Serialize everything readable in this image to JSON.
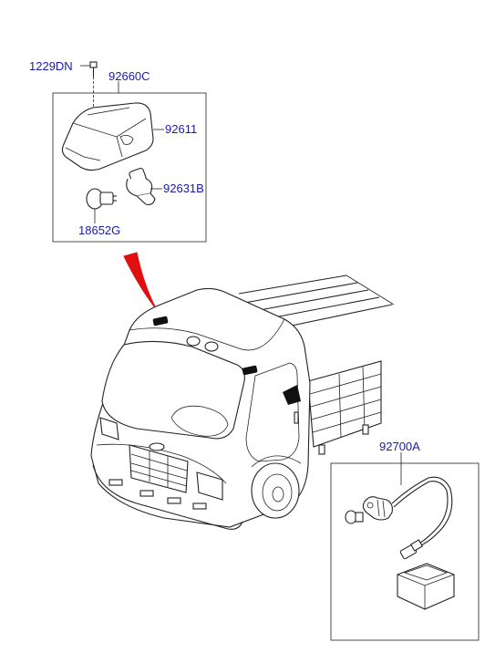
{
  "labels": {
    "bolt": "1229DN",
    "assembly": "92660C",
    "lens": "92611",
    "socket": "92631B",
    "bulb": "18652G",
    "lamp_assembly": "92700A"
  },
  "colors": {
    "label": "#1a1aa8",
    "pointer": "#e01010",
    "line": "#222222"
  }
}
